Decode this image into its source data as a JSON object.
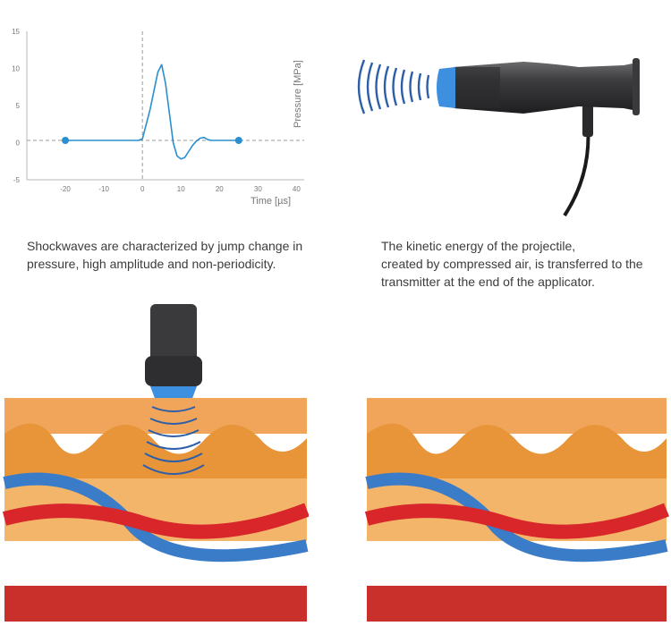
{
  "chart_data": {
    "type": "line",
    "xlabel": "Time [µs]",
    "ylabel": "Pressure [MPa]",
    "xlim": [
      -30,
      42
    ],
    "ylim": [
      -5,
      15
    ],
    "x_ticks": [
      -20,
      -10,
      0,
      10,
      20,
      30,
      40
    ],
    "x_tick_labels": [
      "-20",
      "-10",
      "0",
      "10",
      "20",
      "30",
      "40"
    ],
    "y_ticks": [
      -5,
      0,
      5,
      10,
      15
    ],
    "y_tick_labels": [
      "-5",
      "0",
      "5",
      "10",
      "15"
    ],
    "series": [
      {
        "color": "#2a8fd0",
        "x": [
          -20,
          -10,
          -1,
          0,
          2,
          4,
          5,
          6,
          7,
          8,
          9,
          10,
          11,
          12,
          13,
          14,
          15,
          16,
          17,
          18,
          20,
          25
        ],
        "y": [
          0.3,
          0.3,
          0.3,
          0.5,
          4.5,
          9.5,
          10.5,
          8.0,
          4.0,
          0.0,
          -1.8,
          -2.2,
          -2.0,
          -1.2,
          -0.4,
          0.2,
          0.6,
          0.7,
          0.4,
          0.3,
          0.3,
          0.3
        ]
      }
    ],
    "markers": [
      {
        "x": -20,
        "y": 0.3
      },
      {
        "x": 25,
        "y": 0.3
      }
    ],
    "reference_lines": {
      "x": 0,
      "y": 0.3
    },
    "grid": false
  },
  "captions": {
    "left": [
      "Shockwaves are characterized by jump change in",
      "pressure, high amplitude and non-periodicity."
    ],
    "right": [
      "The kinetic energy of the projectile,",
      "created by compressed air, is transferred to the",
      "transmitter at the end of the applicator."
    ]
  },
  "colors": {
    "accent_blue": "#2a8fd0",
    "device_dark": "#3a3a3c",
    "tip_blue": "#3d8fe0",
    "wave_blue": "#2d5fa8",
    "skin_orange": "#e8953a",
    "artery_red": "#d8262a",
    "vein_blue": "#3a7cc8"
  }
}
